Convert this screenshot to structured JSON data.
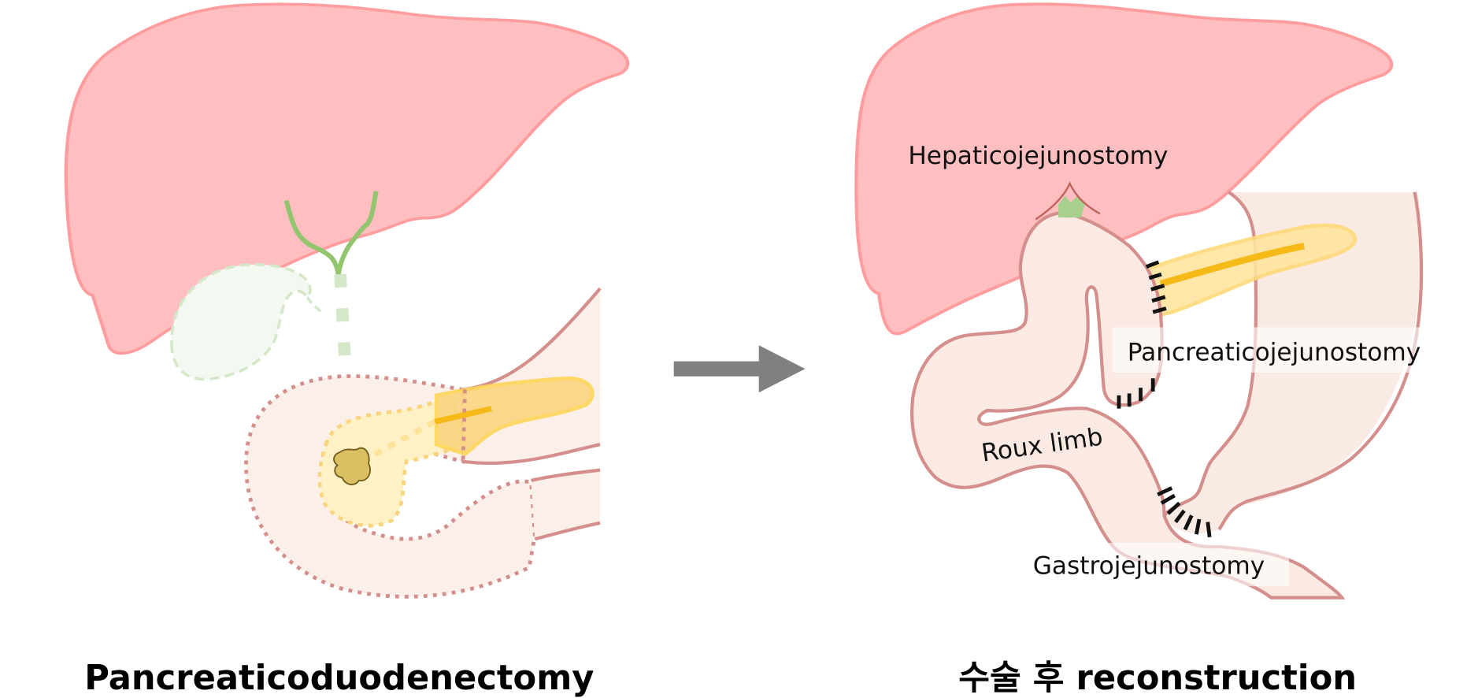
{
  "figure": {
    "left_panel": {
      "title": "Pancreaticoduodenectomy",
      "structures": [
        "liver",
        "bile-duct",
        "gallbladder",
        "duodenum",
        "pancreas-head",
        "pancreas-body",
        "pancreatic-duct",
        "tumor"
      ]
    },
    "right_panel": {
      "title": "수술 후 reconstruction",
      "labels": {
        "hepaticojejunostomy": "Hepaticojejunostomy",
        "pancreaticojejunostomy": "Pancreaticojejunostomy",
        "roux_limb": "Roux limb",
        "gastrojejunostomy": "Gastrojejunostomy"
      },
      "structures": [
        "liver",
        "jejunum-roux-limb",
        "stomach",
        "pancreas-remnant",
        "pancreatic-duct",
        "sutures"
      ]
    },
    "arrow": {
      "direction": "right",
      "icon": "arrow-right-icon"
    },
    "colors": {
      "liver_fill": "#FFBEC0",
      "liver_stroke": "#FF9C9E",
      "bowel_fill": "#FBEAE3",
      "bowel_stroke": "#D48E8C",
      "bile_green": "#92C56E",
      "bile_green_faded": "#D4E7C8",
      "gallbladder_fill": "#F3F8F1",
      "pancreas_fill": "#FAD580",
      "pancreas_light": "#FFF1C6",
      "pancreatic_duct": "#F5BA18",
      "tumor_fill": "#D9BE5E",
      "tumor_stroke": "#6B5310",
      "arrow": "#808080",
      "suture": "#111111"
    }
  }
}
